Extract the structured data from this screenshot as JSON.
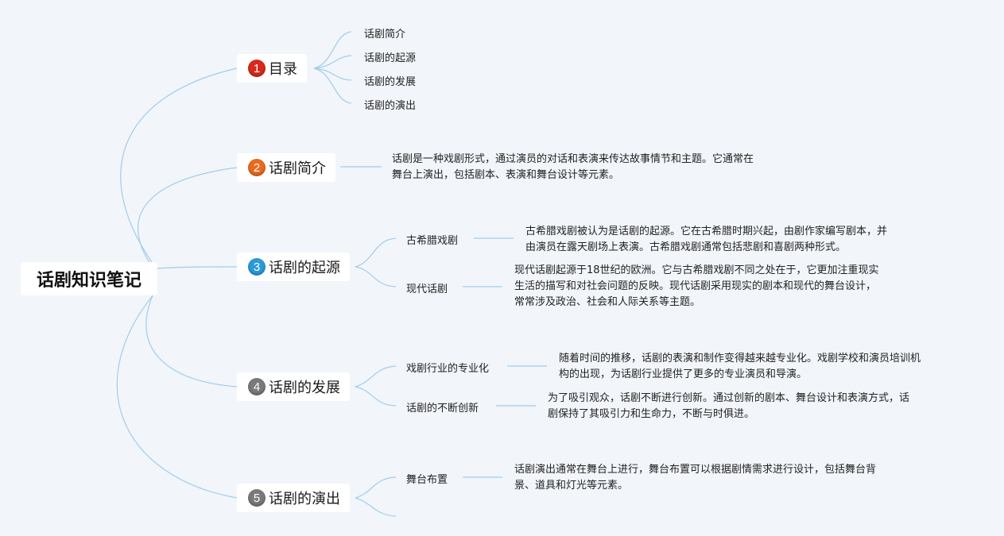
{
  "root": {
    "title": "话剧知识笔记"
  },
  "colors": {
    "connector": "#9fcdee",
    "num1": "#d9291c",
    "num2": "#ea6a1e",
    "num3": "#2c9ad9",
    "num4": "#7a7a7a",
    "num5": "#7a7a7a"
  },
  "branches": [
    {
      "num": "1",
      "label": "目录"
    },
    {
      "num": "2",
      "label": "话剧简介"
    },
    {
      "num": "3",
      "label": "话剧的起源"
    },
    {
      "num": "4",
      "label": "话剧的发展"
    },
    {
      "num": "5",
      "label": "话剧的演出"
    }
  ],
  "toc": [
    "话剧简介",
    "话剧的起源",
    "话剧的发展",
    "话剧的演出"
  ],
  "intro": {
    "lines": [
      "话剧是一种戏剧形式，通过演员的对话和表演来传达故事情节和主题。它通常在",
      "舞台上演出，包括剧本、表演和舞台设计等元素。"
    ]
  },
  "origin": {
    "topics": [
      {
        "label": "古希腊戏剧",
        "lines": [
          "古希腊戏剧被认为是话剧的起源。它在古希腊时期兴起，由剧作家编写剧本，并",
          "由演员在露天剧场上表演。古希腊戏剧通常包括悲剧和喜剧两种形式。"
        ]
      },
      {
        "label": "现代话剧",
        "lines": [
          "现代话剧起源于18世纪的欧洲。它与古希腊戏剧不同之处在于，它更加注重现实",
          "生活的描写和对社会问题的反映。现代话剧采用现实的剧本和现代的舞台设计，",
          "常常涉及政治、社会和人际关系等主题。"
        ]
      }
    ]
  },
  "development": {
    "topics": [
      {
        "label": "戏剧行业的专业化",
        "lines": [
          "随着时间的推移，话剧的表演和制作变得越来越专业化。戏剧学校和演员培训机",
          "构的出现，为话剧行业提供了更多的专业演员和导演。"
        ]
      },
      {
        "label": "话剧的不断创新",
        "lines": [
          "为了吸引观众，话剧不断进行创新。通过创新的剧本、舞台设计和表演方式，话",
          "剧保持了其吸引力和生命力，不断与时俱进。"
        ]
      }
    ]
  },
  "performance": {
    "topics": [
      {
        "label": "舞台布置",
        "lines": [
          "话剧演出通常在舞台上进行，舞台布置可以根据剧情需求进行设计，包括舞台背",
          "景、道具和灯光等元素。"
        ]
      }
    ]
  }
}
